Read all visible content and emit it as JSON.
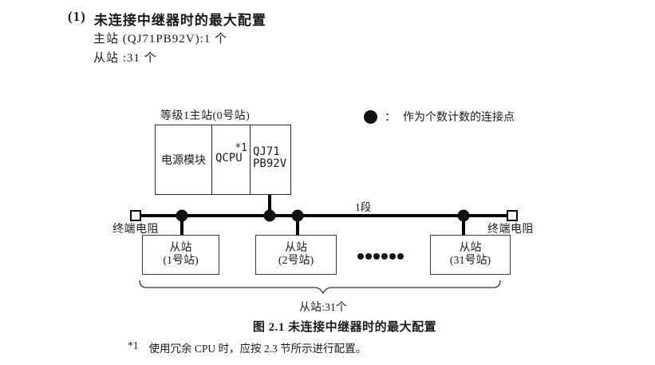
{
  "page": {
    "heading_number": "(1)",
    "heading_title": "未连接中继器时的最大配置",
    "spec_line_master": "主站 (QJ71PB92V):1 个",
    "spec_line_slave": "从站 :31 个"
  },
  "diagram": {
    "legend": {
      "colon": "：",
      "text": "作为个数计数的连接点"
    },
    "master": {
      "label": "等级1主站(0号站)",
      "power_module": "电源模块",
      "cpu": "QCPU",
      "cpu_note": "*1",
      "pb92v_line1": "QJ71",
      "pb92v_line2": "PB92V"
    },
    "bus": {
      "segment_label": "1段",
      "terminator_left": "终端电阻",
      "terminator_right": "终端电阻"
    },
    "slaves": [
      {
        "line1": "从站",
        "line2": "(1号站)"
      },
      {
        "line1": "从站",
        "line2": "(2号站)"
      },
      {
        "line1": "从站",
        "line2": "(31号站)"
      }
    ],
    "ellipsis_dot_count": 6,
    "slave_count_label": "从站:31个"
  },
  "caption": "图 2.1 未连接中继器时的最大配置",
  "footnote": {
    "marker": "*1",
    "text": "使用冗余 CPU 时，应按 2.3 节所示进行配置。"
  },
  "colors": {
    "ink": "#111111",
    "line": "#000000",
    "box_border": "#2b2b2b",
    "background": "#ffffff"
  }
}
